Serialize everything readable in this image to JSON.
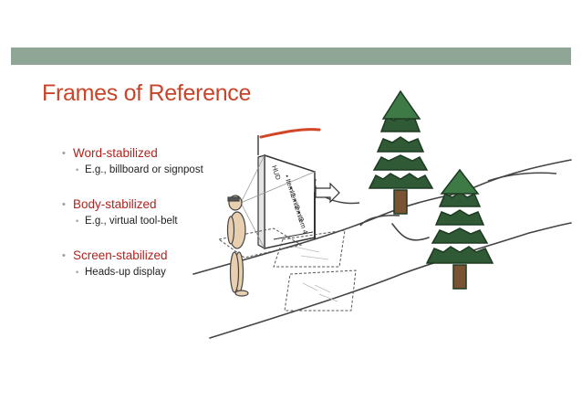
{
  "slide": {
    "title": "Frames of Reference",
    "bullets": [
      {
        "label": "Word-stabilized",
        "sub": "E.g., billboard or signpost"
      },
      {
        "label": "Body-stabilized",
        "sub": "E.g., virtual tool-belt"
      },
      {
        "label": "Screen-stabilized",
        "sub": "Heads-up display"
      }
    ]
  },
  "illustration": {
    "hud_title": "HUD",
    "hud_items": [
      "• Item 1",
      "• Item 2",
      "• Item 3",
      "• Item 4"
    ]
  },
  "colors": {
    "title": "#c8452a",
    "bullet_label": "#b0231f",
    "topbar": "#8fa596",
    "tree_dark": "#2f5a35",
    "tree_light": "#3e7a45",
    "trunk": "#7a5333",
    "figure": "#e7cfb0"
  }
}
